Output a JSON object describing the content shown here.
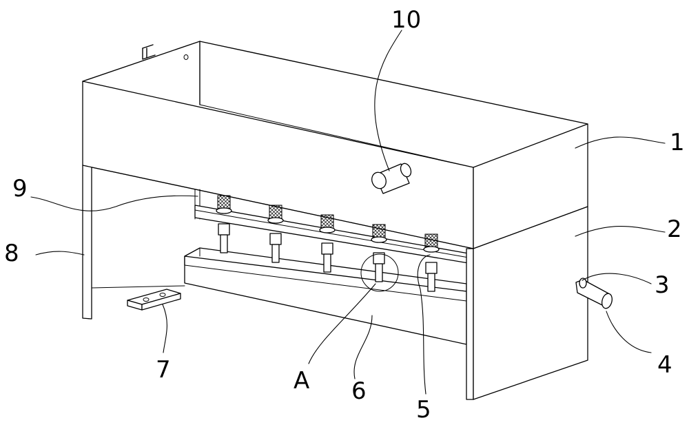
{
  "labels": {
    "l1": "1",
    "l2": "2",
    "l3": "3",
    "l4": "4",
    "l5": "5",
    "l6": "6",
    "l7": "7",
    "l8": "8",
    "l9": "9",
    "l10": "10",
    "lA": "A"
  },
  "colors": {
    "line": "#000000",
    "background": "#ffffff"
  }
}
